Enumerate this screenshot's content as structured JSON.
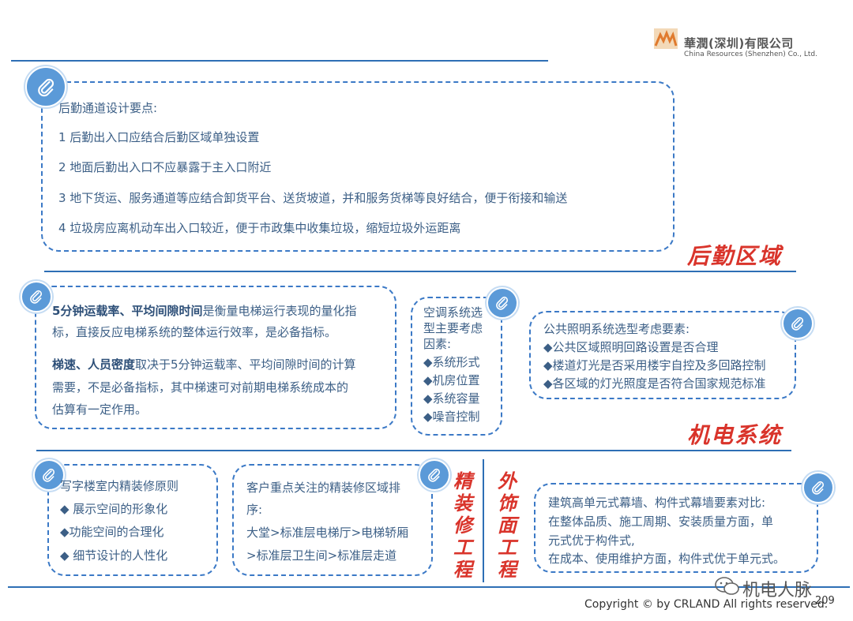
{
  "logo": {
    "cn": "華潤(深圳)有限公司",
    "en": "China Resources (Shenzhen) Co., Ltd."
  },
  "logistics": {
    "heading": "后勤通道设计要点:",
    "items": [
      "1 后勤出入口应结合后勤区域单独设置",
      "2 地面后勤出入口不应暴露于主入口附近",
      "3 地下货运、服务通道等应结合卸货平台、送货坡道，并和服务货梯等良好结合，便于衔接和输送",
      "4 垃圾房应离机动车出入口较近，便于市政集中收集垃圾，缩短垃圾外运距离"
    ],
    "section_title": "后勤区域"
  },
  "elevator": {
    "p1_bold": "5分钟运载率、平均间隙时间",
    "p1_rest_line1": "是衡量电梯运行表现的量化指",
    "p1_line2": "标，直接反应电梯系统的整体运行效率，是必备指标。",
    "p2_bold": "梯速、人员密度",
    "p2_rest_line1": "取决于5分钟运载率、平均间隙时间的计算",
    "p2_line2": "需要，不是必备指标，其中梯速可对前期电梯系统成本的",
    "p2_line3": "估算有一定作用。"
  },
  "hvac": {
    "heading_l1": "空调系统选",
    "heading_l2": "型主要考虑",
    "heading_l3": "因素:",
    "items": [
      "◆系统形式",
      "◆机房位置",
      "◆系统容量",
      "◆噪音控制"
    ]
  },
  "lighting": {
    "heading": "公共照明系统选型考虑要素:",
    "items": [
      "◆公共区域照明回路设置是否合理",
      "◆楼道灯光是否采用楼宇自控及多回路控制",
      "◆各区域的灯光照度是否符合国家规范标准"
    ]
  },
  "mep_title": "机电系统",
  "fitout": {
    "heading": "写字楼室内精装修原则",
    "items": [
      "◆ 展示空间的形象化",
      "◆功能空间的合理化",
      "◆ 细节设计的人性化"
    ]
  },
  "focus": {
    "l1": "客户重点关注的精装修区域排",
    "l2": "序:",
    "l3": "大堂>标准层电梯厅>电梯轿厢",
    "l4": ">标准层卫生间>标准层走道"
  },
  "vertical_titles": {
    "fitout": [
      "精",
      "装",
      "修",
      "工",
      "程"
    ],
    "facade": [
      "外",
      "饰",
      "面",
      "工",
      "程"
    ]
  },
  "curtain": {
    "l1": "建筑高单元式幕墙、构件式幕墙要素对比:",
    "l2": "在整体品质、施工周期、安装质量方面，单",
    "l3": "元式优于构件式,",
    "l4": "在成本、使用维护方面，构件式优于单元式。"
  },
  "watermark": "机电人脉",
  "footer": {
    "copyright": "Copyright © by CRLAND All rights reserved.",
    "page": "209"
  },
  "colors": {
    "accent": "#2e6fb5",
    "title_red": "#d9342b",
    "text": "#3c5f86"
  },
  "icons": [
    "paperclip-icon",
    "wechat-icon",
    "crland-logo-icon"
  ]
}
